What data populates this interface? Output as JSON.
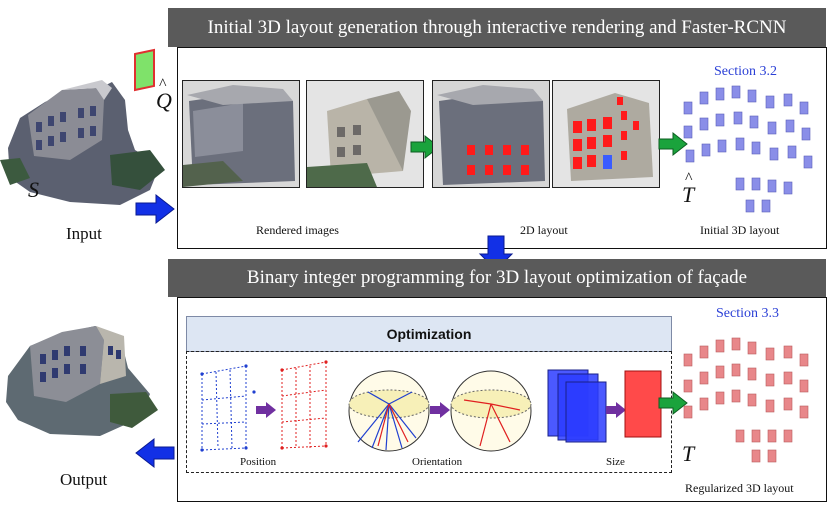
{
  "top_banner": "Initial 3D layout generation through interactive rendering and Faster-RCNN",
  "bottom_banner": "Binary integer programming for 3D layout optimization of façade",
  "section_top": "Section 3.2",
  "section_bottom": "Section 3.3",
  "captions": {
    "rendered": "Rendered images",
    "layout2d": "2D layout",
    "initial3d": "Initial 3D layout",
    "regularized3d": "Regularized 3D layout",
    "position": "Position",
    "orientation": "Orientation",
    "size": "Size"
  },
  "input_label": "Input",
  "output_label": "Output",
  "symbols": {
    "S": "S",
    "Q": "Q",
    "T_hat": "T",
    "T": "T",
    "hat": "^"
  },
  "optimization_title": "Optimization",
  "colors": {
    "banner": "#5a5a5a",
    "section": "#2a3fd6",
    "arrow_blue": "#1230e6",
    "arrow_green": "#1aa33c",
    "arrow_purple": "#7030a0",
    "window_red": "#ff1a1a",
    "window_blue": "#3a5cff",
    "pink_window": "#e8878a",
    "lilac_window": "#8a8ee8"
  }
}
